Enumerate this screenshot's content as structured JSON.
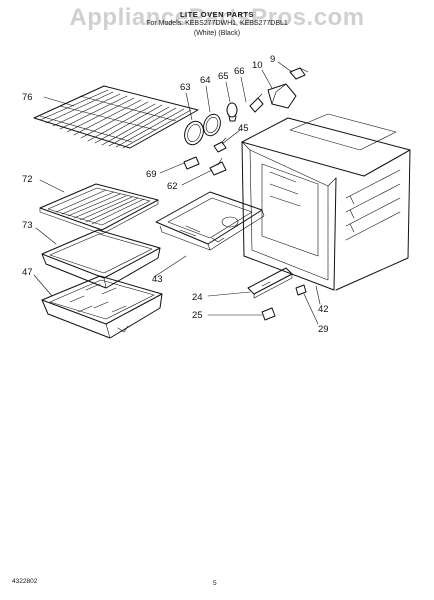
{
  "header": {
    "watermark": "AppliancePartsPros.com",
    "title": "LITE OVEN PARTS",
    "models": "For Models: KEBS277DWH1, KEBS277DBL1",
    "finish": "(White)          (Black)"
  },
  "footer": {
    "code": "4322802",
    "page": "5"
  },
  "callouts": [
    {
      "id": "76",
      "label": "76"
    },
    {
      "id": "63",
      "label": "63"
    },
    {
      "id": "64",
      "label": "64"
    },
    {
      "id": "65",
      "label": "65"
    },
    {
      "id": "66",
      "label": "66"
    },
    {
      "id": "10",
      "label": "10"
    },
    {
      "id": "9",
      "label": "9"
    },
    {
      "id": "45",
      "label": "45"
    },
    {
      "id": "69",
      "label": "69"
    },
    {
      "id": "62",
      "label": "62"
    },
    {
      "id": "72",
      "label": "72"
    },
    {
      "id": "73",
      "label": "73"
    },
    {
      "id": "43",
      "label": "43"
    },
    {
      "id": "47",
      "label": "47"
    },
    {
      "id": "24",
      "label": "24"
    },
    {
      "id": "25",
      "label": "25"
    },
    {
      "id": "42",
      "label": "42"
    },
    {
      "id": "29",
      "label": "29"
    }
  ]
}
